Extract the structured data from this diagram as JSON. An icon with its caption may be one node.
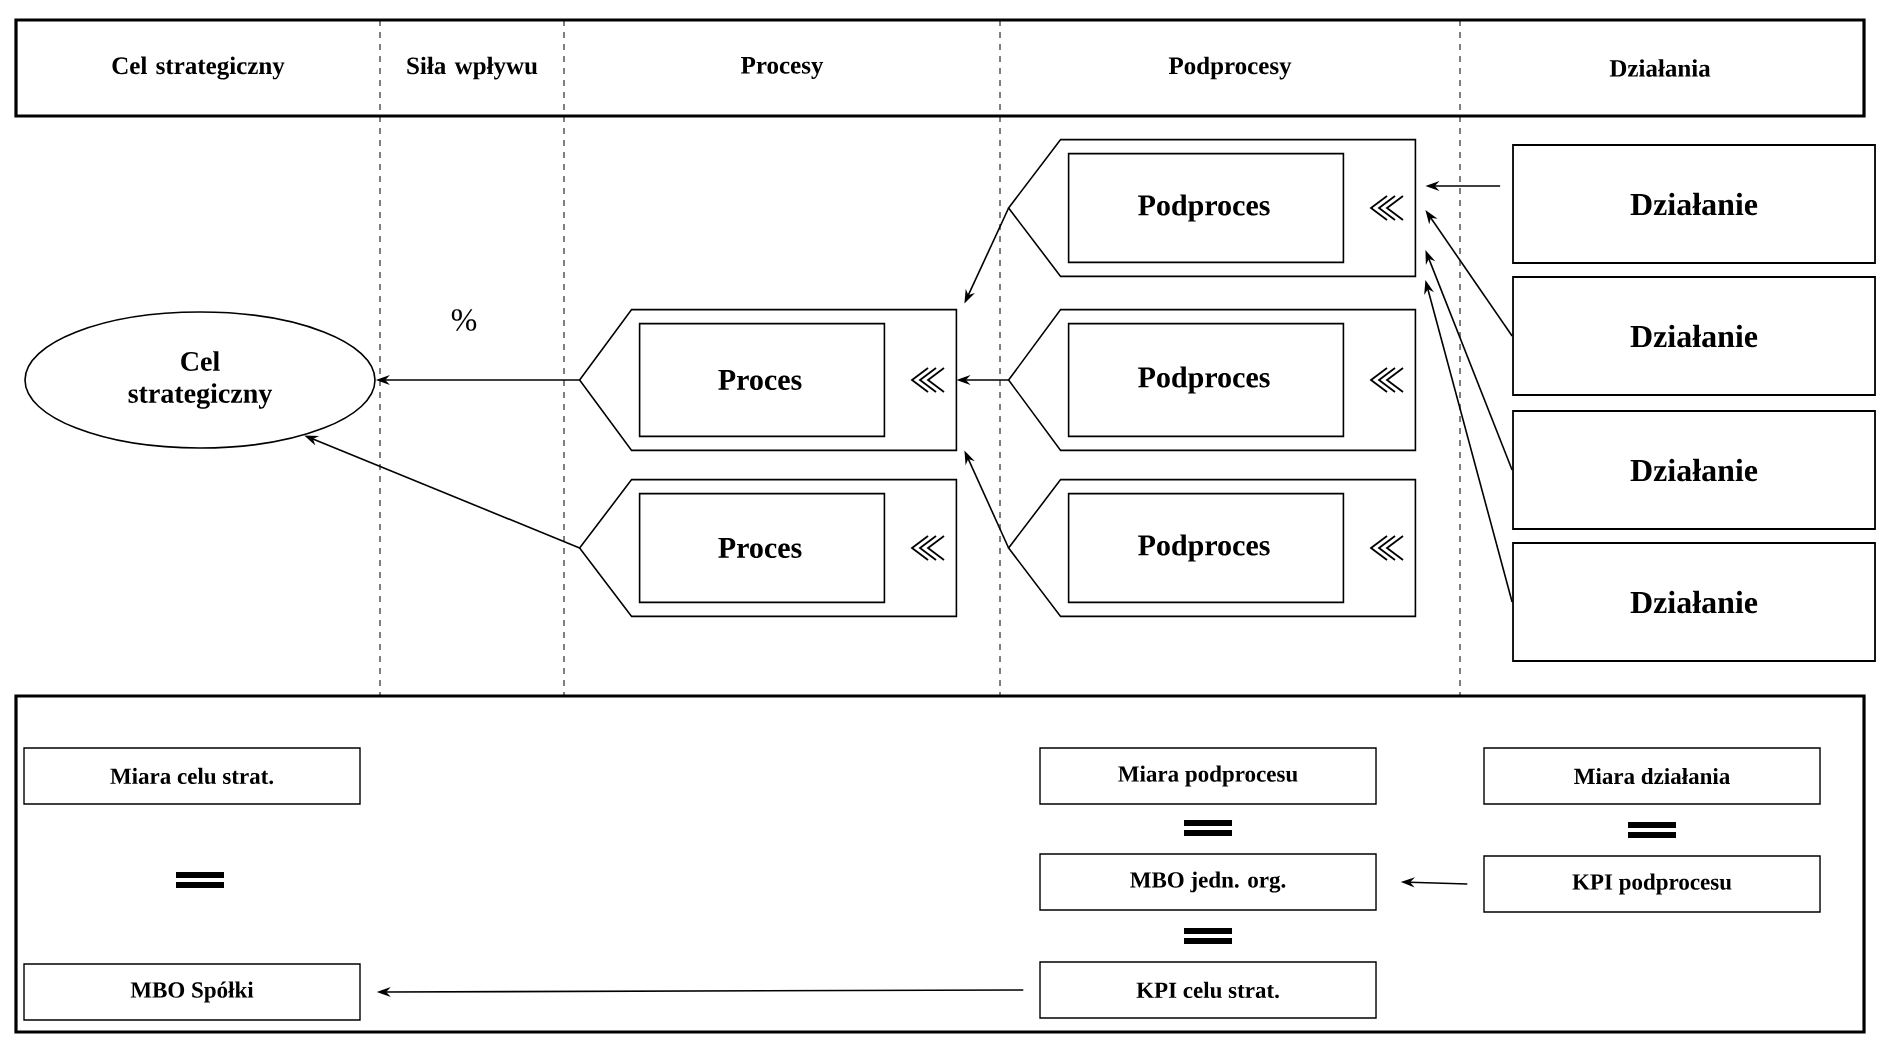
{
  "diagram": {
    "nodes": [
      {
        "text": [
          "Cel strategiczny"
        ]
      },
      {
        "text": [
          "Proces"
        ]
      },
      {
        "text": [
          "Proces"
        ]
      },
      {
        "text": [
          "Podproces"
        ]
      },
      {
        "text": [
          "Podproces"
        ]
      },
      {
        "text": [
          "Podproces"
        ]
      },
      {
        "text": [
          "Działanie"
        ]
      },
      {
        "text": [
          "Działanie"
        ]
      },
      {
        "text": [
          "Działanie"
        ]
      },
      {
        "text": [
          "Działanie"
        ]
      },
      {
        "text": [
          "Miara celu strat."
        ]
      },
      {
        "text": [
          "MBO Spółki"
        ]
      },
      {
        "text": [
          "Miara podprocesu"
        ]
      },
      {
        "text": [
          "MBO jedn. org."
        ]
      },
      {
        "text": [
          "KPI celu strat."
        ]
      },
      {
        "text": [
          "Miara działania"
        ]
      },
      {
        "text": [
          "KPI podprocesu"
        ]
      }
    ],
    "edges": [
      {
        "from": 1,
        "to": 0,
        "arrow": "to"
      },
      {
        "from": 2,
        "to": 0,
        "arrow": "to"
      },
      {
        "from": 3,
        "to": 1,
        "arrow": "to"
      },
      {
        "from": 4,
        "to": 1,
        "arrow": "to"
      },
      {
        "from": 5,
        "to": 1,
        "arrow": "to"
      },
      {
        "from": 6,
        "to": 3,
        "arrow": "to"
      },
      {
        "from": 7,
        "to": 3,
        "arrow": "to"
      },
      {
        "from": 8,
        "to": 3,
        "arrow": "to"
      },
      {
        "from": 9,
        "to": 3,
        "arrow": "to"
      },
      {
        "from": 14,
        "to": 11,
        "arrow": "to"
      },
      {
        "from": 16,
        "to": 13,
        "arrow": "to"
      }
    ],
    "labels": [
      "Cel strategiczny",
      "Siła wpływu",
      "Procesy",
      "Podprocesy",
      "Działania",
      "%"
    ]
  }
}
